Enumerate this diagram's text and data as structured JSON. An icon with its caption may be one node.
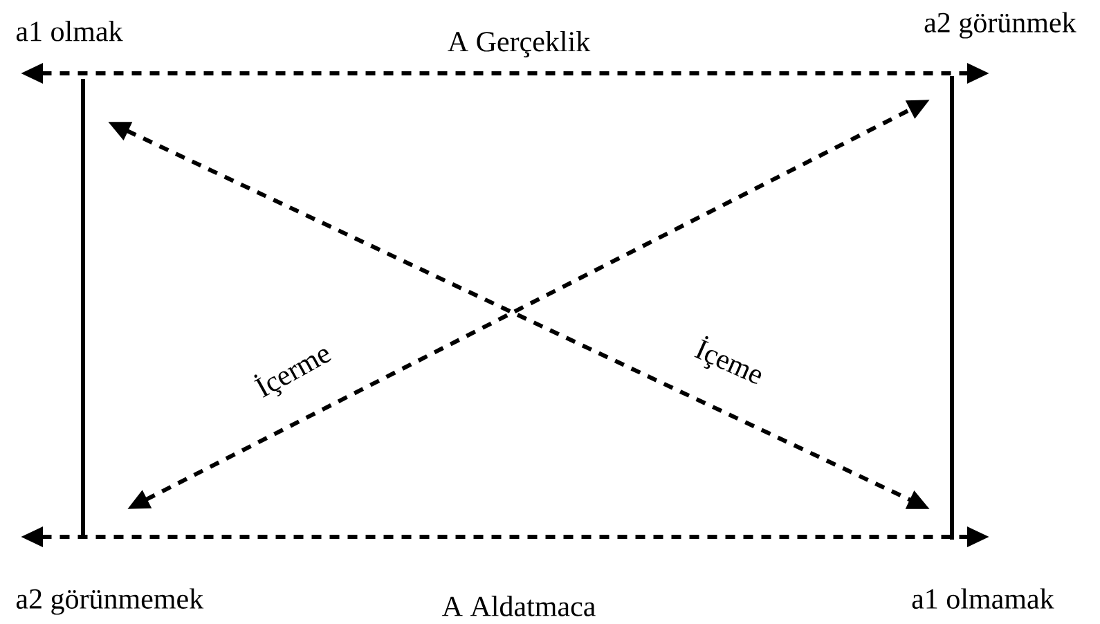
{
  "diagram": {
    "nodes": [
      {
        "text": [
          "a1 olmak"
        ]
      },
      {
        "text": [
          "a2 görünmek"
        ]
      },
      {
        "text": [
          "a2 görünmemek"
        ]
      },
      {
        "text": [
          "a1 olmamak"
        ]
      }
    ],
    "edges": [
      {
        "from": 0,
        "to": 1,
        "arrow": "both",
        "style": "dashed",
        "label": "A Gerçeklik"
      },
      {
        "from": 0,
        "to": 2,
        "arrow": "none"
      },
      {
        "from": 1,
        "to": 3,
        "arrow": "none"
      },
      {
        "from": 2,
        "to": 3,
        "arrow": "both",
        "style": "dashed",
        "label": "A Aldatmaca"
      },
      {
        "from": 0,
        "to": 3,
        "arrow": "both",
        "style": "dashed",
        "label": "İçeme"
      },
      {
        "from": 2,
        "to": 1,
        "arrow": "both",
        "style": "dashed",
        "label": "İçerme"
      }
    ]
  }
}
